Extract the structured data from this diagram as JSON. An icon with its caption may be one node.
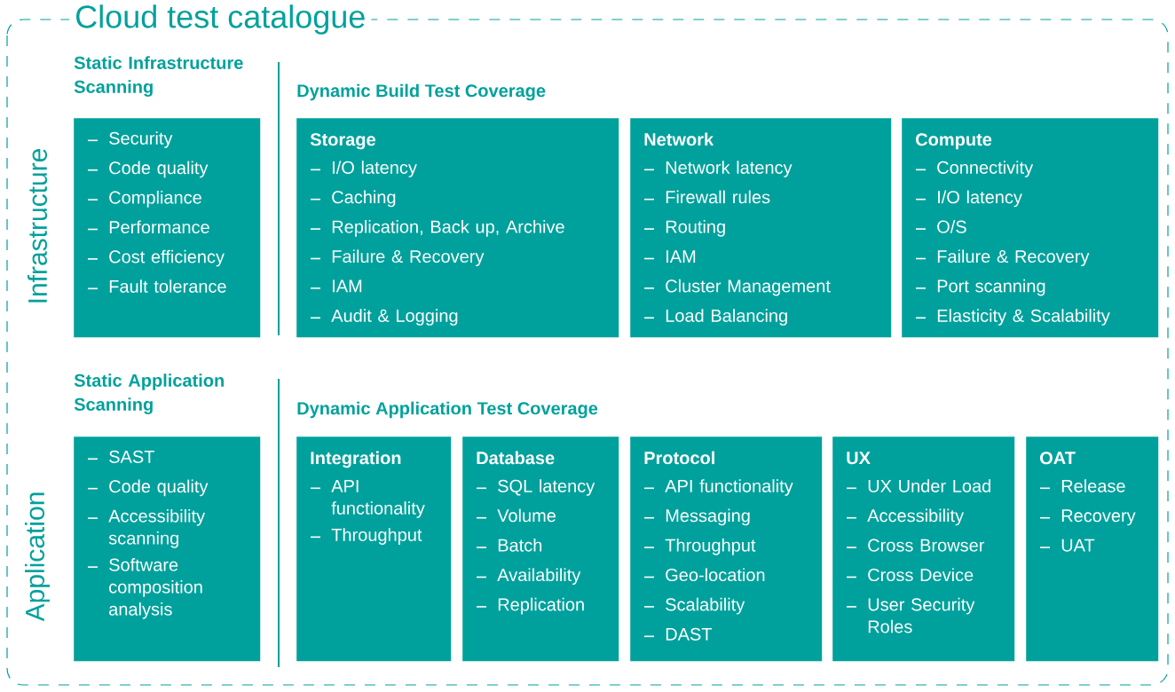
{
  "diagram": {
    "title": "Cloud test catalogue",
    "nodes": [
      {
        "text": [],
        "shape": "box"
      },
      {
        "text": [
          "Static Infrastructure Scanning",
          "Security",
          "Code quality",
          "Compliance",
          "Performance",
          "Cost efficiency",
          "Fault tolerance"
        ],
        "in": 0
      },
      {
        "text": [
          "Storage",
          "I/O latency",
          "Caching",
          "Replication, Back up, Archive",
          "Failure & Recovery",
          "IAM",
          "Audit & Logging"
        ],
        "in": 0
      },
      {
        "text": [
          "Network",
          "Network latency",
          "Firewall rules",
          "Routing",
          "IAM",
          "Cluster Management",
          "Load Balancing"
        ],
        "in": 0
      },
      {
        "text": [
          "Compute",
          "Connectivity",
          "I/O latency",
          "O/S",
          "Failure & Recovery",
          "Port scanning",
          "Elasticity & Scalability"
        ],
        "in": 0
      },
      {
        "text": [
          "Static Application Scanning",
          "SAST",
          "Code quality",
          "Accessibility scanning",
          "Software composition analysis"
        ],
        "in": 0
      },
      {
        "text": [
          "Integration",
          "API functionality",
          "Throughput"
        ],
        "in": 0
      },
      {
        "text": [
          "Database",
          "SQL latency",
          "Volume",
          "Batch",
          "Availability",
          "Replication"
        ],
        "in": 0
      },
      {
        "text": [
          "Protocol",
          "API functionality",
          "Messaging",
          "Throughput",
          "Geo-location",
          "Scalability",
          "DAST"
        ],
        "in": 0
      },
      {
        "text": [
          "UX",
          "UX Under Load",
          "Accessibility",
          "Cross Browser",
          "Cross Device",
          "User Security Roles"
        ],
        "in": 0
      },
      {
        "text": [
          "OAT",
          "Release",
          "Recovery",
          "UAT"
        ],
        "in": 0
      }
    ],
    "labels": [
      "Infrastructure",
      "Dynamic Build Test Coverage",
      "Application",
      "Dynamic Application Test Coverage"
    ]
  }
}
